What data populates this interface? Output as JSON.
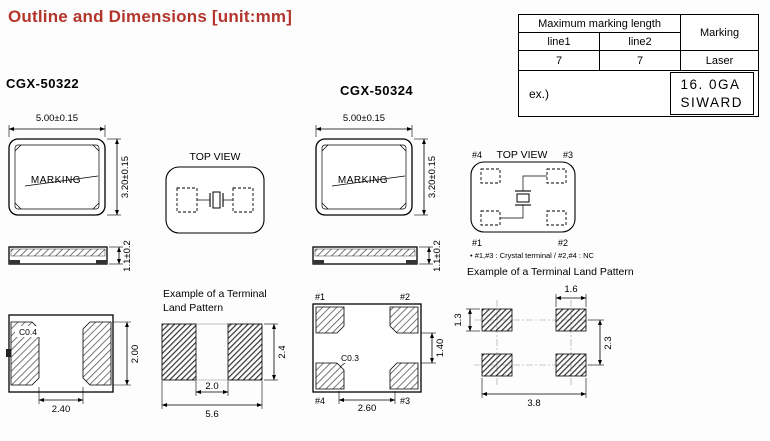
{
  "title": "Outline and Dimensions [unit:mm]",
  "colors": {
    "title_accent": "#b3352c",
    "ink": "#000000"
  },
  "marking_table": {
    "max_length_header": "Maximum marking length",
    "marking_header": "Marking",
    "line1_header": "line1",
    "line2_header": "line2",
    "line1_value": "7",
    "line2_value": "7",
    "marking_value": "Laser",
    "example_label": "ex.)",
    "example_line1": "16. 0GA",
    "example_line2": "SIWARD"
  },
  "cgx50322": {
    "model": "CGX-50322",
    "package": {
      "width_dim": "5.00±0.15",
      "height_dim": "3.20±0.15",
      "marking": "MARKING"
    },
    "top_view": {
      "label": "TOP VIEW"
    },
    "side_view": {
      "thickness_dim": "1.1±0.2"
    },
    "bottom_view": {
      "chamfer": "C0.4",
      "pad_gap": "2.40",
      "pad_height": "2.00"
    },
    "land_pattern": {
      "title_line1": "Example of a Terminal",
      "title_line2": "Land Pattern",
      "gap": "2.0",
      "overall_width": "5.6",
      "pad_height": "2.4"
    }
  },
  "cgx50324": {
    "model": "CGX-50324",
    "package": {
      "width_dim": "5.00±0.15",
      "height_dim": "3.20±0.15",
      "marking": "MARKING"
    },
    "top_view": {
      "label": "TOP VIEW",
      "pin1": "#1",
      "pin2": "#2",
      "pin3": "#3",
      "pin4": "#4",
      "note": "• #1,#3 : Crystal terminal / #2,#4 : NC"
    },
    "side_view": {
      "thickness_dim": "1.1±0.2"
    },
    "bottom_view": {
      "pin1": "#1",
      "pin2": "#2",
      "pin3": "#3",
      "pin4": "#4",
      "chamfer": "C0.3",
      "pad_gap": "2.60",
      "pad_v_gap": "1.40"
    },
    "land_pattern": {
      "title": "Example of a Terminal Land Pattern",
      "pad_width": "1.6",
      "pad_height": "1.3",
      "v_pitch": "2.3",
      "overall_width": "3.8"
    }
  }
}
